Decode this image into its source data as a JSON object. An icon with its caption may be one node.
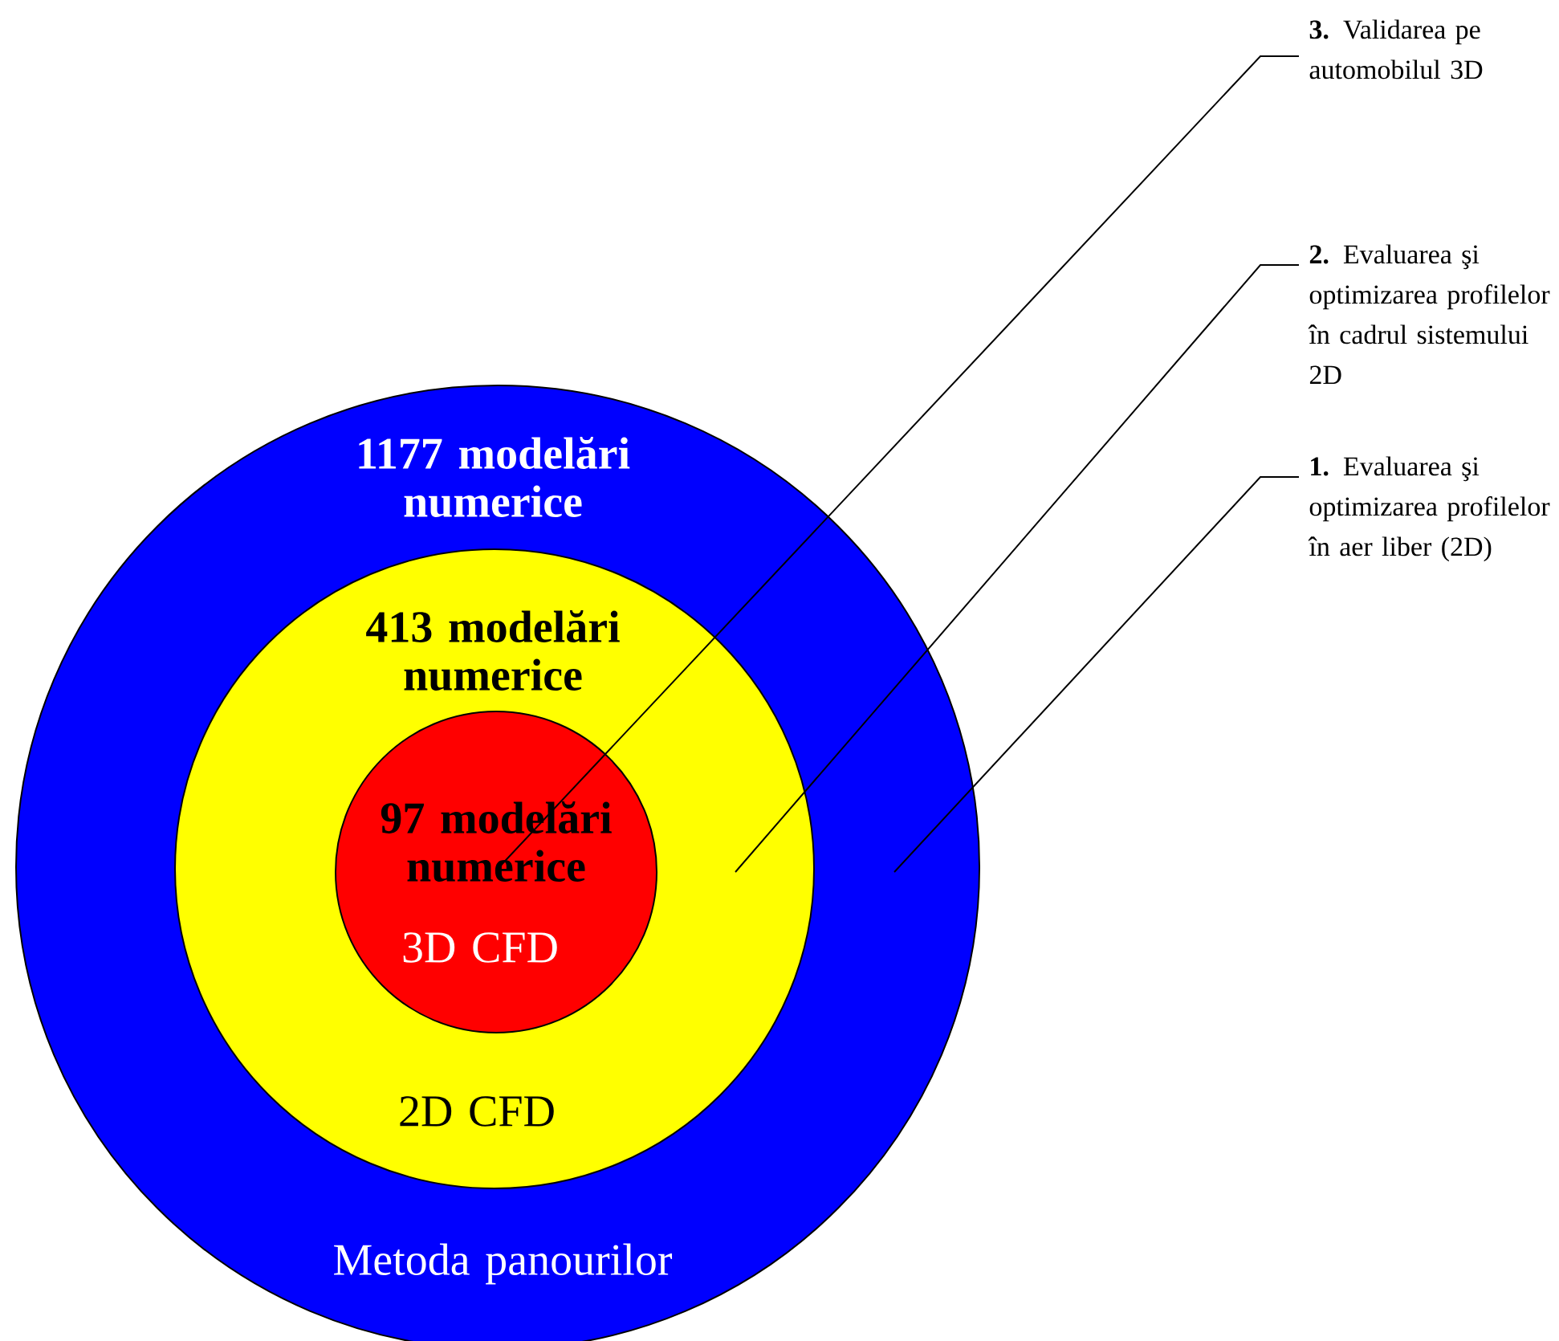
{
  "diagram": {
    "nodes": [
      {
        "text": [
          "1177 modelări numerice",
          "Metoda panourilor"
        ]
      },
      {
        "text": [
          "413 modelări numerice",
          "2D CFD"
        ],
        "in": 0
      },
      {
        "text": [
          "97 modelări numerice",
          "3D CFD"
        ],
        "in": 1
      },
      {
        "text": [
          "**3.** Validarea pe automobilul 3D"
        ]
      },
      {
        "text": [
          "**2.** Evaluarea şi optimizarea profilelor în cadrul sistemului 2D"
        ]
      },
      {
        "text": [
          "**1.** Evaluarea şi optimizarea profilelor în aer liber (2D)"
        ]
      }
    ],
    "edges": [
      {
        "from": 3,
        "to": 2,
        "arrow": "none"
      },
      {
        "from": 4,
        "to": 1,
        "arrow": "none"
      },
      {
        "from": 5,
        "to": 0,
        "arrow": "none"
      }
    ]
  }
}
